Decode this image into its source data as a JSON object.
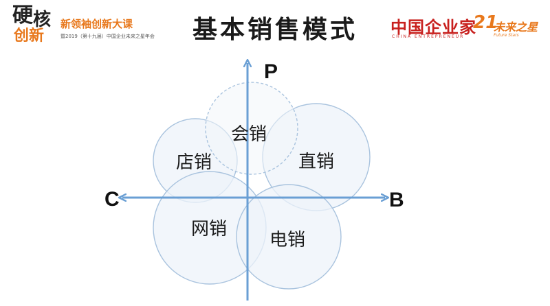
{
  "header": {
    "logo_left": {
      "glyph_main_1": "硬",
      "glyph_main_2": "核",
      "glyph_orange": "创新",
      "title": "新领袖创新大课",
      "subtitle": "暨2019（第十九届）中国企业未来之星年会"
    },
    "title": "基本销售模式",
    "logo_right": {
      "brand_cn": "中国企业家",
      "brand_en": "CHINA ENTREPRENEUR",
      "number": "21",
      "future_cn": "未来之星",
      "future_en": "Future Stars"
    }
  },
  "diagram": {
    "axes": {
      "up_label": "P",
      "left_label": "C",
      "right_label": "B"
    },
    "nodes": [
      {
        "label": "会销"
      },
      {
        "label": "店销"
      },
      {
        "label": "直销"
      },
      {
        "label": "网销"
      },
      {
        "label": "电销"
      }
    ],
    "colors": {
      "circle_fill": "#eef3f9",
      "circle_stroke": "#a9c3de",
      "axis": "#6a9fd4"
    }
  }
}
